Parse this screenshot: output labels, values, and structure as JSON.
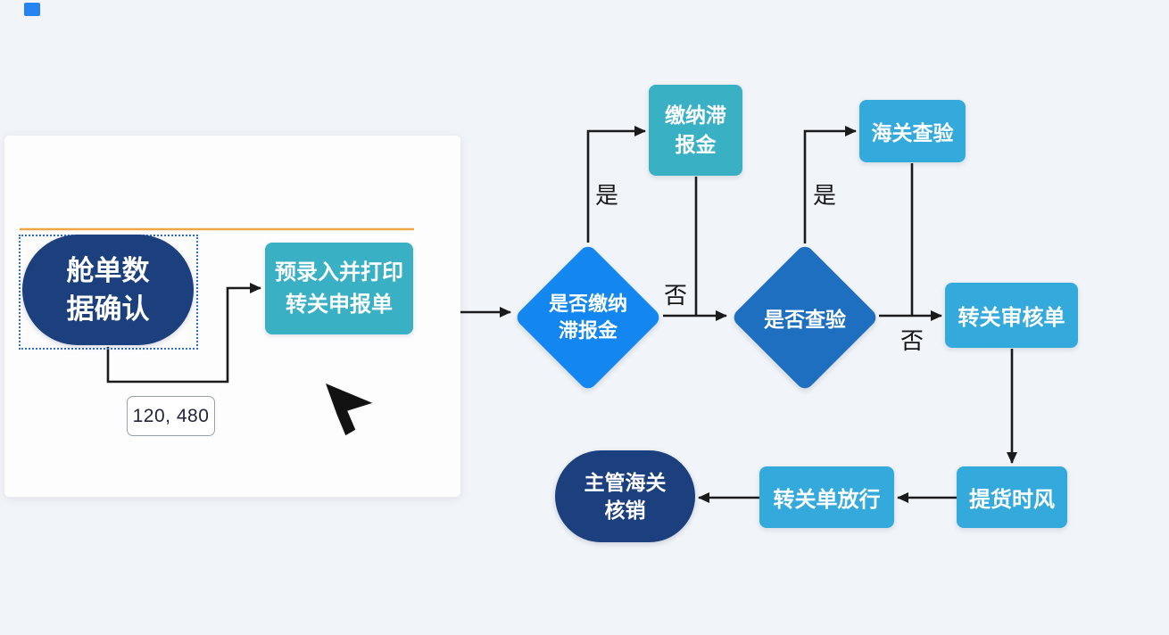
{
  "app": {
    "background_color": "#f1f4f8",
    "corner_square_color": "#2583f2",
    "panel_color": "#fdfdfe",
    "connector_color": "#1b1b1b",
    "guide_line_color": "#efa844",
    "selection_border_color": "#2f6fd6"
  },
  "overlay": {
    "tooltip_text": "120, 480"
  },
  "flowchart": {
    "nodes": {
      "manifest": {
        "label": "舱单数据确认",
        "lines": [
          "舱单数",
          "据确认"
        ],
        "shape": "terminator",
        "color": "#1c3f7e",
        "selected": true
      },
      "preentry": {
        "label": "预录入并打印转关申报单",
        "lines": [
          "预录入并打印",
          "转关申报单"
        ],
        "shape": "process",
        "color": "#39b0c4"
      },
      "pay_decision": {
        "label": "是否缴纳滞报金",
        "lines": [
          "是否缴纳",
          "滞报金"
        ],
        "shape": "decision",
        "color": "#1486ef"
      },
      "pay": {
        "label": "缴纳滞报金",
        "lines": [
          "缴纳滞",
          "报金"
        ],
        "shape": "process",
        "color": "#39b0c4"
      },
      "inspect_decision": {
        "label": "是否查验",
        "lines": [
          "是否查验"
        ],
        "shape": "decision",
        "color": "#1e6fc0"
      },
      "inspect": {
        "label": "海关查验",
        "lines": [
          "海关查验"
        ],
        "shape": "process",
        "color": "#34a9dc"
      },
      "review": {
        "label": "转关审核单",
        "lines": [
          "转关审核单"
        ],
        "shape": "process",
        "color": "#34a9dc"
      },
      "pickup": {
        "label": "提货时风",
        "lines": [
          "提货时风"
        ],
        "shape": "process",
        "color": "#34a9dc"
      },
      "release": {
        "label": "转关单放行",
        "lines": [
          "转关单放行"
        ],
        "shape": "process",
        "color": "#34a9dc"
      },
      "writeoff": {
        "label": "主管海关核销",
        "lines": [
          "主管海关",
          "核销"
        ],
        "shape": "terminator",
        "color": "#1c3f7e"
      }
    },
    "edge_labels": {
      "pay_yes": "是",
      "pay_no": "否",
      "inspect_yes": "是",
      "inspect_no": "否"
    }
  }
}
